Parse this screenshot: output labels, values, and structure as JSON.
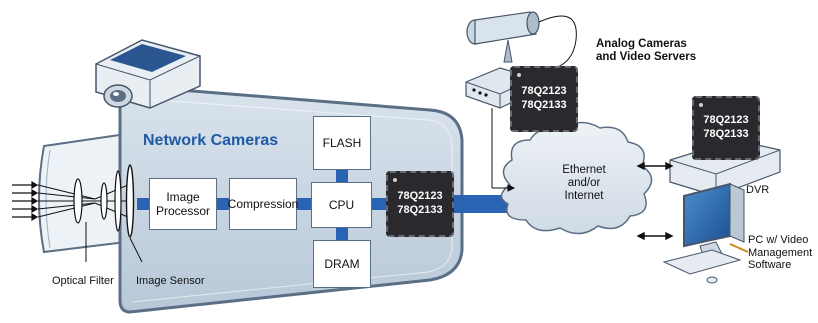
{
  "title": "Network Cameras",
  "labels": {
    "optical_filter": "Optical Filter",
    "image_sensor": "Image Sensor",
    "analog_header_line1": "Analog Cameras",
    "analog_header_line2": "and Video Servers",
    "dvr": "DVR",
    "pc_line1": "PC w/ Video",
    "pc_line2": "Management",
    "pc_line3": "Software"
  },
  "blocks": {
    "image_processor_line1": "Image",
    "image_processor_line2": "Processor",
    "compression": "Compression",
    "cpu": "CPU",
    "flash": "FLASH",
    "dram": "DRAM"
  },
  "cloud": {
    "line1": "Ethernet",
    "line2": "and/or",
    "line3": "Internet"
  },
  "chip": {
    "part1": "78Q2123",
    "part2": "78Q2133"
  },
  "colors": {
    "camera_body": "#c9d6e3",
    "camera_outline": "#5a6f86",
    "accent_blue": "#1f5aa6",
    "bus_blue": "#2b63b4",
    "chip_fill": "#2a2a2e",
    "cloud_fill": "#dfe7ef"
  }
}
